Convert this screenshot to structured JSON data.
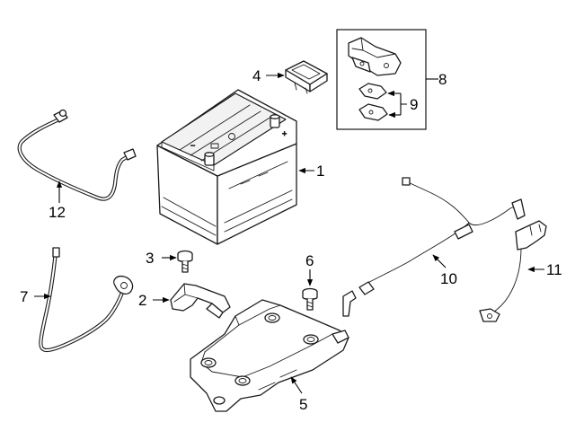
{
  "callouts": [
    {
      "id": "1",
      "label": "1"
    },
    {
      "id": "2",
      "label": "2"
    },
    {
      "id": "3",
      "label": "3"
    },
    {
      "id": "4",
      "label": "4"
    },
    {
      "id": "5",
      "label": "5"
    },
    {
      "id": "6",
      "label": "6"
    },
    {
      "id": "7",
      "label": "7"
    },
    {
      "id": "8",
      "label": "8"
    },
    {
      "id": "9",
      "label": "9"
    },
    {
      "id": "10",
      "label": "10"
    },
    {
      "id": "11",
      "label": "11"
    },
    {
      "id": "12",
      "label": "12"
    }
  ],
  "battery_markings": {
    "negative_terminal": "−",
    "positive_terminal": "+"
  }
}
